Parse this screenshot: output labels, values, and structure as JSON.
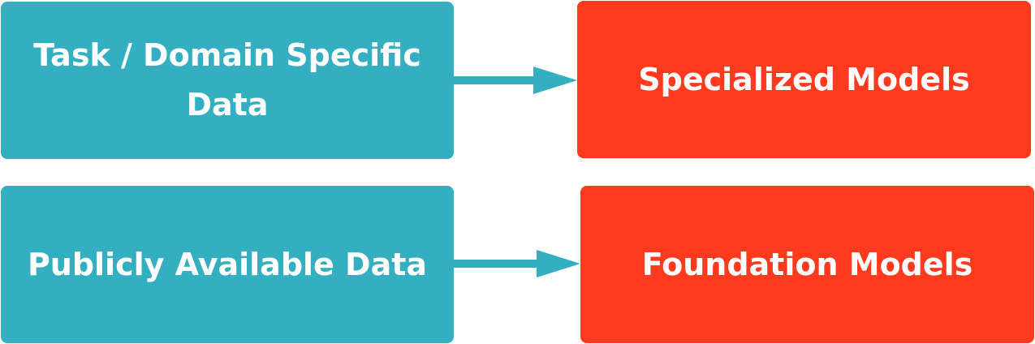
{
  "colors": {
    "data_box": "#34afc1",
    "model_box": "#ff3a1e",
    "arrow": "#34afc1",
    "text": "#ffffff"
  },
  "rows": [
    {
      "source": "Task / Domain Specific Data",
      "target": "Specialized Models"
    },
    {
      "source": "Publicly Available Data",
      "target": "Foundation Models"
    }
  ]
}
